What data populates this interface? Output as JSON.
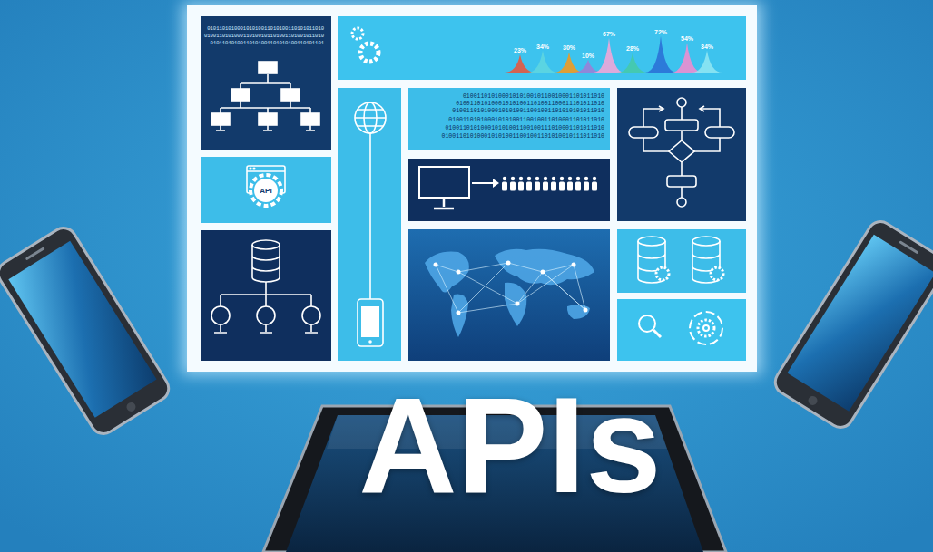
{
  "diagram": {
    "title": "APIs",
    "labels": [
      "API",
      "23%",
      "34%",
      "30%",
      "10%",
      "67%",
      "28%",
      "72%",
      "54%",
      "34%",
      "010110101000101010011010100110101011010",
      "0100110101000110100101101001101001011010",
      "01011010100110101001101010100110101101",
      "0100110101000101010010110010001101011010",
      "010011010100010101001101001100011101011010",
      "0100110101000101010011001001101010101011010",
      "01001101010001010100110010011010001101011010",
      "010011010100010101001100100111010001101011010",
      "0100110101000101010011001001101010010111011010"
    ]
  }
}
